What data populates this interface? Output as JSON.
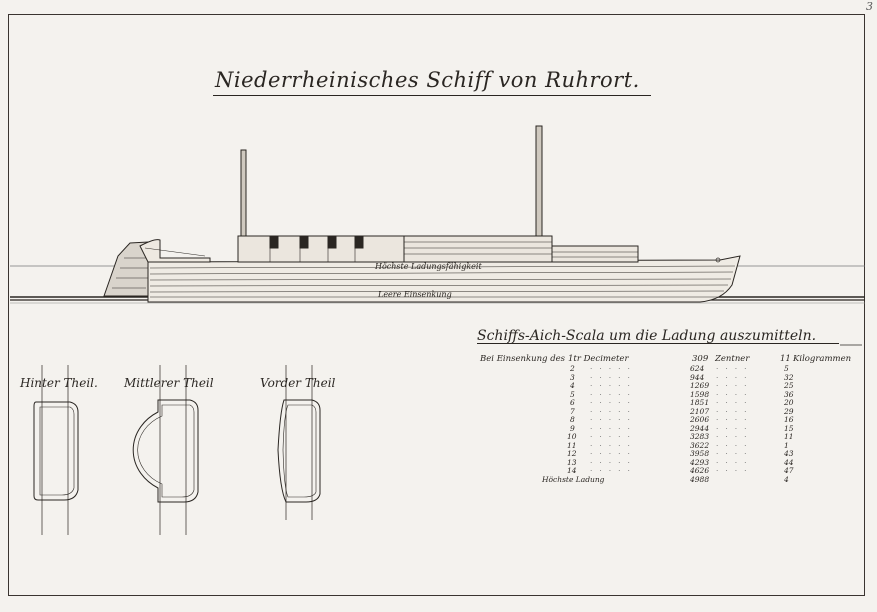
{
  "page_number": "3",
  "title": "Niederrheinisches Schiff von Ruhrort.",
  "ship": {
    "upper_waterline_label": "Höchste Ladungsfähigkeit",
    "lower_waterline_label": "Leere Einsenkung"
  },
  "sections": [
    {
      "label": "Hinter Theil."
    },
    {
      "label": "Mittlerer Theil"
    },
    {
      "label": "Vorder Theil"
    }
  ],
  "scale": {
    "title": "Schiffs-Aich-Scala um die Ladung auszumitteln.",
    "head_immersion": "Bei Einsenkung des",
    "head_first": "1tr Decimeter",
    "head_first_value": "309",
    "head_zentner": "Zentner",
    "head_kg_value": "11",
    "head_kilogramm": "Kilogrammen",
    "rows": [
      {
        "dm": "2",
        "zentner": "624",
        "kg": "5"
      },
      {
        "dm": "3",
        "zentner": "944",
        "kg": "32"
      },
      {
        "dm": "4",
        "zentner": "1269",
        "kg": "25"
      },
      {
        "dm": "5",
        "zentner": "1598",
        "kg": "36"
      },
      {
        "dm": "6",
        "zentner": "1851",
        "kg": "20"
      },
      {
        "dm": "7",
        "zentner": "2107",
        "kg": "29"
      },
      {
        "dm": "8",
        "zentner": "2606",
        "kg": "16"
      },
      {
        "dm": "9",
        "zentner": "2944",
        "kg": "15"
      },
      {
        "dm": "10",
        "zentner": "3283",
        "kg": "11"
      },
      {
        "dm": "11",
        "zentner": "3622",
        "kg": "1"
      },
      {
        "dm": "12",
        "zentner": "3958",
        "kg": "43"
      },
      {
        "dm": "13",
        "zentner": "4293",
        "kg": "44"
      },
      {
        "dm": "14",
        "zentner": "4626",
        "kg": "47"
      }
    ],
    "final_label": "Höchste Ladung",
    "final_zentner": "4988",
    "final_kg": "4"
  }
}
